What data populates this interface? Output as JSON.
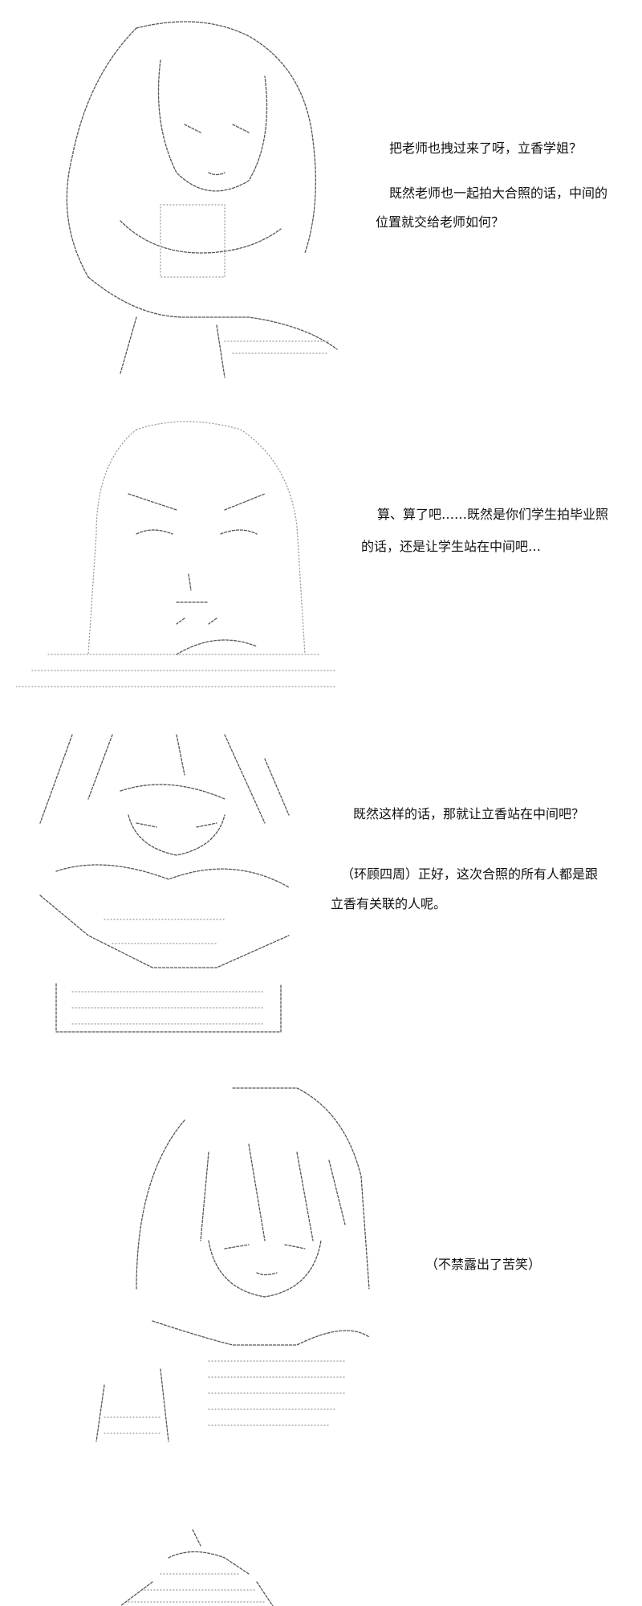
{
  "panels": [
    {
      "lines": [
        "把老师也拽过来了呀，立香学姐？",
        "既然老师也一起拍大合照的话，中间的",
        "位置就交给老师如何？"
      ]
    },
    {
      "lines": [
        "算、算了吧……既然是你们学生拍毕业照",
        "的话，还是让学生站在中间吧…"
      ]
    },
    {
      "lines": [
        "既然这样的话，那就让立香站在中间吧？",
        "（环顾四周）正好，这次合照的所有人都是跟",
        "立香有关联的人呢。"
      ]
    },
    {
      "lines": [
        "（不禁露出了苦笑）"
      ]
    }
  ]
}
